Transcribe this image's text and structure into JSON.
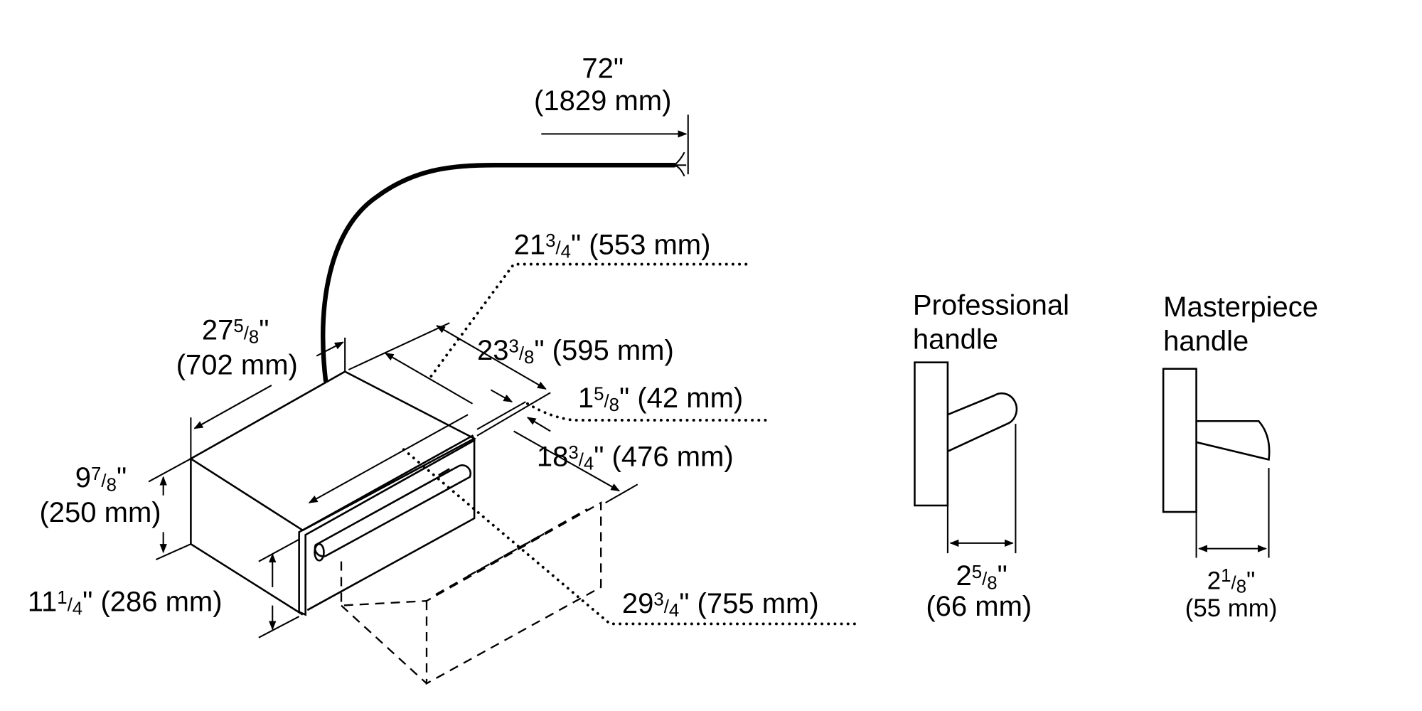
{
  "dimensions": {
    "cable_length": {
      "line1": "72\"",
      "line2": "(1829 mm)"
    },
    "depth_553": {
      "whole": "21",
      "num": "3",
      "den": "4",
      "rest": "\" (553 mm)"
    },
    "width_702": {
      "whole": "27",
      "num": "5",
      "den": "8",
      "rest": "\"",
      "line2": "(702 mm)"
    },
    "width_595": {
      "whole": "23",
      "num": "3",
      "den": "8",
      "rest": "\" (595 mm)"
    },
    "front_42": {
      "whole": "1",
      "num": "5",
      "den": "8",
      "rest": "\" (42 mm)"
    },
    "depth_476": {
      "whole": "18",
      "num": "3",
      "den": "4",
      "rest": "\" (476 mm)"
    },
    "height_250": {
      "whole": "9",
      "num": "7",
      "den": "8",
      "rest": "\"",
      "line2": "(250 mm)"
    },
    "height_286": {
      "whole": "11",
      "num": "1",
      "den": "4",
      "rest": "\" (286 mm)"
    },
    "open_755": {
      "whole": "29",
      "num": "3",
      "den": "4",
      "rest": "\" (755 mm)"
    }
  },
  "handles": {
    "professional": {
      "title1": "Professional",
      "title2": "handle",
      "whole": "2",
      "num": "5",
      "den": "8",
      "rest": "\"",
      "line2": "(66 mm)"
    },
    "masterpiece": {
      "title1": "Masterpiece",
      "title2": "handle",
      "whole": "2",
      "num": "1",
      "den": "8",
      "rest": "\"",
      "line2": "(55 mm)"
    }
  }
}
